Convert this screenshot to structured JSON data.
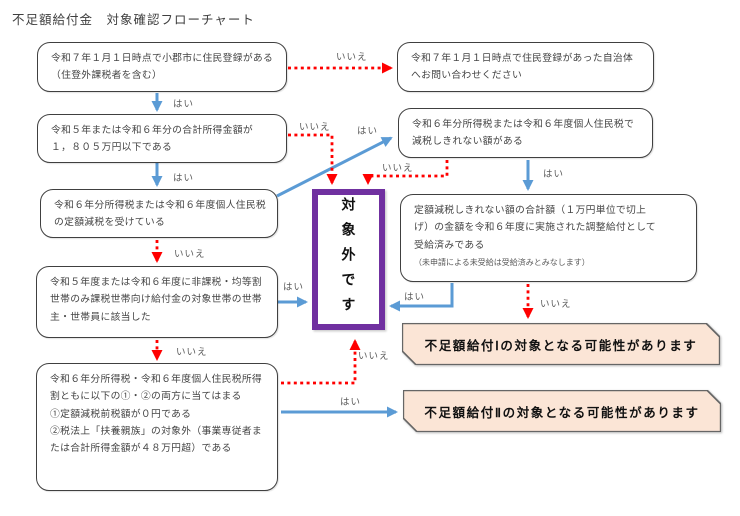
{
  "title": "不足額給付金　対象確認フローチャート",
  "colors": {
    "yes_arrow": "#5B9BD5",
    "no_arrow": "#FF0000",
    "excluded_border": "#7030A0",
    "result_fill": "#FBE5D6",
    "node_border": "#404040",
    "text": "#404040"
  },
  "edge_labels": {
    "yes": "はい",
    "no": "いいえ"
  },
  "nodes": {
    "q1": {
      "lines": [
        "令和７年１月１日時点で小郡市に住民登録がある",
        "（住登外課税者を含む）"
      ]
    },
    "q2": {
      "lines": [
        "令和５年または令和６年分の合計所得金額が",
        "１，８０５万円以下である"
      ]
    },
    "q3": {
      "lines": [
        "令和６年分所得税または令和６年度個人住民税",
        "の定額減税を受けている"
      ]
    },
    "q4": {
      "lines": [
        "令和５年度または令和６年度に非課税・均等割",
        "世帯のみ課税世帯向け給付金の対象世帯の世帯",
        "主・世帯員に該当した"
      ]
    },
    "q5": {
      "lines": [
        "令和６年分所得税・令和６年度個人住民税所得",
        "割ともに以下の①・②の両方に当てはまる",
        "①定額減税前税額が０円である",
        "②税法上「扶養親族」の対象外（事業専従者ま",
        "たは合計所得金額が４８万円超）である"
      ]
    },
    "r1": {
      "lines": [
        "令和７年１月１日時点で住民登録があった自治体",
        "へお問い合わせください"
      ]
    },
    "r2": {
      "lines": [
        "令和６年分所得税または令和６年度個人住民税で",
        "減税しきれない額がある"
      ]
    },
    "r3": {
      "lines": [
        "定額減税しきれない額の合計額（１万円単位で切上",
        "げ）の金額を令和６年度に実施された調整給付として",
        "受給済みである"
      ],
      "note": "（未申請による未受給は受給済みとみなします）"
    },
    "excluded": {
      "text": "対象外です"
    },
    "result1": {
      "text": "不足額給付Ⅰの対象となる可能性があります"
    },
    "result2": {
      "text": "不足額給付Ⅱの対象となる可能性があります"
    }
  }
}
